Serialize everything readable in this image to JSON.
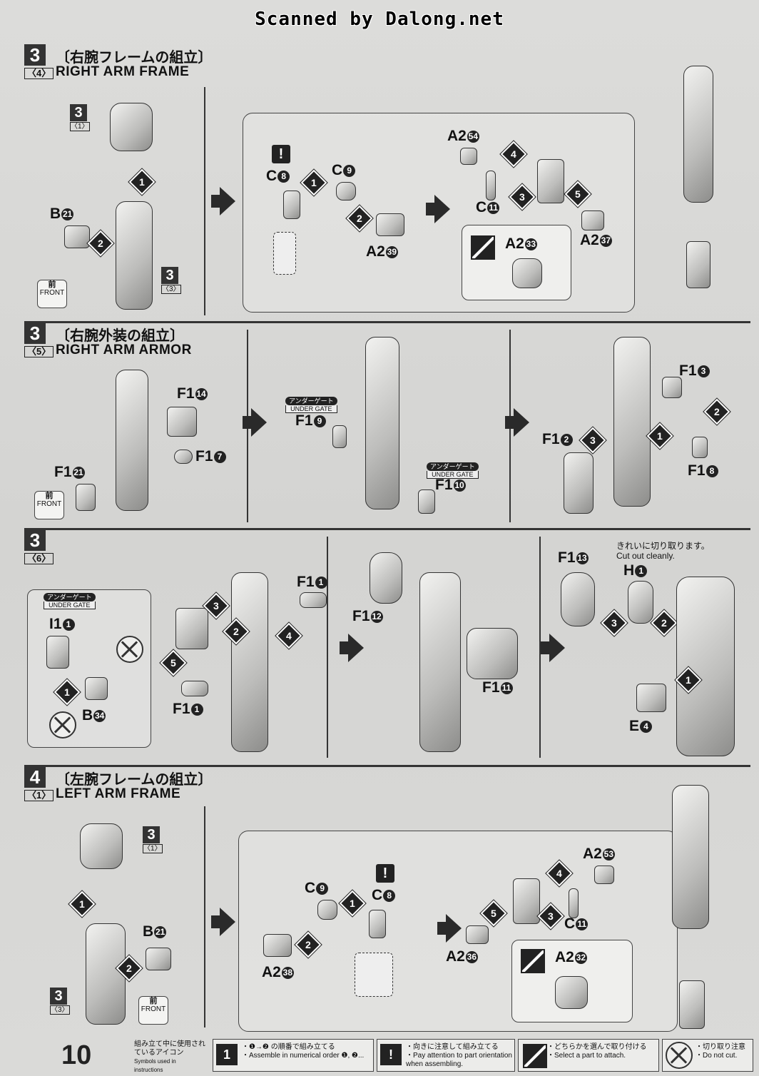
{
  "header": {
    "scanner_credit": "Scanned by Dalong.net"
  },
  "page_number": "10",
  "sections": [
    {
      "step": "3",
      "substep": "〈4〉",
      "title_jp": "〔右腕フレームの組立〕",
      "title_en": "RIGHT ARM FRAME",
      "ref_top": {
        "big": "3",
        "small": "〈1〉"
      },
      "ref_bottom": {
        "big": "3",
        "small": "〈3〉"
      },
      "parts": [
        "B21",
        "C8",
        "C9",
        "A239",
        "A254",
        "C11",
        "A237",
        "A233"
      ],
      "sequence": [
        "1",
        "2",
        "1",
        "2",
        "4",
        "3",
        "5"
      ]
    },
    {
      "step": "3",
      "substep": "〈5〉",
      "title_jp": "〔右腕外装の組立〕",
      "title_en": "RIGHT ARM ARMOR",
      "parts": [
        "F114",
        "F17",
        "F121",
        "F19",
        "F110",
        "F13",
        "F12",
        "F18"
      ],
      "sequence": [
        "3",
        "1",
        "2"
      ]
    },
    {
      "step": "3",
      "substep": "〈6〉",
      "parts": [
        "I11",
        "B34",
        "F11",
        "F11",
        "F112",
        "F111",
        "F113",
        "H1",
        "E4"
      ],
      "sequence": [
        "1",
        "3",
        "2",
        "4",
        "5",
        "3",
        "2",
        "1"
      ],
      "note_jp": "きれいに切り取ります。",
      "note_en": "Cut out cleanly."
    },
    {
      "step": "4",
      "substep": "〈1〉",
      "title_jp": "〔左腕フレームの組立〕",
      "title_en": "LEFT ARM FRAME",
      "ref_top": {
        "big": "3",
        "small": "〈1〉"
      },
      "ref_bottom": {
        "big": "3",
        "small": "〈3〉"
      },
      "parts": [
        "B21",
        "C9",
        "C8",
        "A238",
        "A253",
        "C11",
        "A236",
        "A232"
      ],
      "sequence": [
        "1",
        "2",
        "1",
        "2",
        "4",
        "5",
        "3"
      ]
    }
  ],
  "labels": {
    "front_jp": "前",
    "front_en": "FRONT",
    "under_gate_jp": "アンダーゲート",
    "under_gate_en": "UNDER GATE"
  },
  "legend": {
    "title_jp": "組み立て中に使用されているアイコン",
    "title_en": "Symbols used in instructions",
    "items": [
      {
        "icon": "1",
        "jp": "・❶→❷ の順番で組み立てる",
        "en": "・Assemble in numerical order ❶, ❷..."
      },
      {
        "icon": "!",
        "jp": "・向きに注意して組み立てる",
        "en": "・Pay attention to part orientation when assembling."
      },
      {
        "icon": "select-icon",
        "jp": "・どちらかを選んで取り付ける",
        "en": "・Select a part to attach."
      },
      {
        "icon": "cut-icon",
        "jp": "・切り取り注意",
        "en": "・Do not cut."
      }
    ]
  }
}
